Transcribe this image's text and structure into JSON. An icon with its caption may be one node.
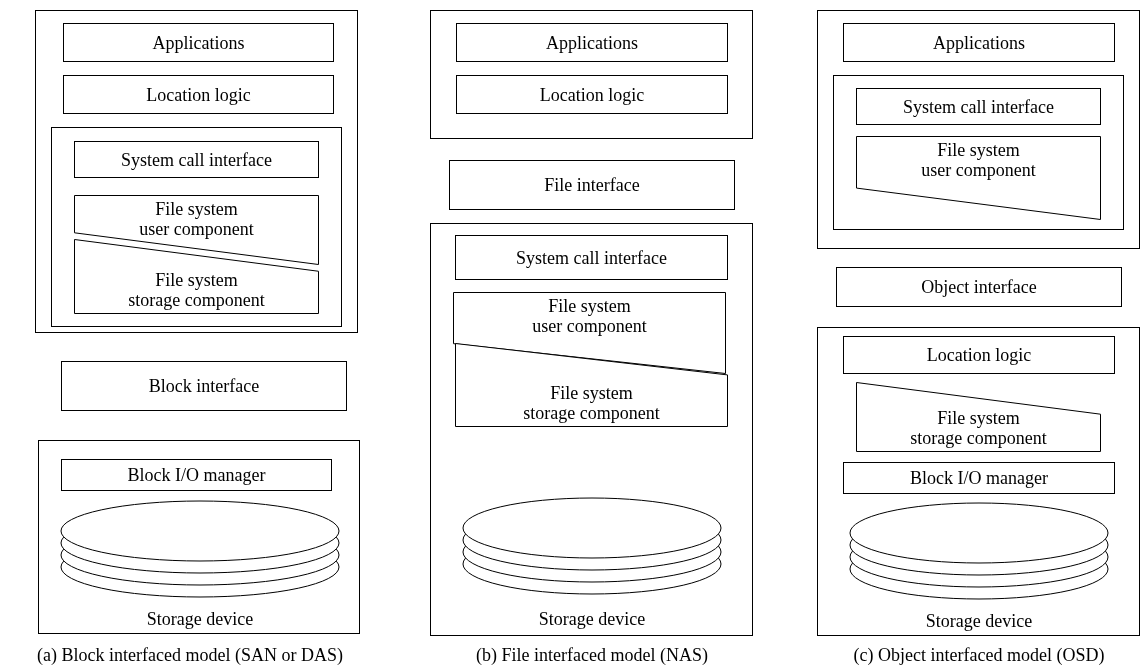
{
  "diagram": {
    "nodes": [
      {
        "text": [],
        "shape": "box"
      },
      {
        "text": [
          "Applications"
        ],
        "in": 0
      },
      {
        "text": [
          "Location logic"
        ],
        "in": 0
      },
      {
        "text": [],
        "shape": "box",
        "in": 0
      },
      {
        "text": [
          "System call interface"
        ],
        "in": 3
      },
      {
        "text": [
          "File system user component"
        ],
        "in": 3
      },
      {
        "text": [
          "File system storage component"
        ],
        "in": 3
      },
      {
        "text": [
          "Block interface"
        ]
      },
      {
        "text": [],
        "shape": "box"
      },
      {
        "text": [
          "Block I/O manager"
        ],
        "in": 8
      },
      {
        "text": [
          "Storage device"
        ],
        "in": 8
      },
      {
        "text": [],
        "shape": "box"
      },
      {
        "text": [
          "Applications"
        ],
        "in": 11
      },
      {
        "text": [
          "Location logic"
        ],
        "in": 11
      },
      {
        "text": [
          "File interface"
        ]
      },
      {
        "text": [],
        "shape": "box"
      },
      {
        "text": [
          "System call interface"
        ],
        "in": 15
      },
      {
        "text": [
          "File system user component"
        ],
        "in": 15
      },
      {
        "text": [
          "File system storage component"
        ],
        "in": 15
      },
      {
        "text": [
          "Storage device"
        ],
        "in": 15
      },
      {
        "text": [],
        "shape": "box"
      },
      {
        "text": [
          "Applications"
        ],
        "in": 20
      },
      {
        "text": [],
        "shape": "box",
        "in": 20
      },
      {
        "text": [
          "System call interface"
        ],
        "in": 22
      },
      {
        "text": [
          "File system user component"
        ],
        "in": 22
      },
      {
        "text": [
          "Object interface"
        ]
      },
      {
        "text": [],
        "shape": "box"
      },
      {
        "text": [
          "Location logic"
        ],
        "in": 26
      },
      {
        "text": [
          "File system storage component"
        ],
        "in": 26
      },
      {
        "text": [
          "Block I/O manager"
        ],
        "in": 26
      },
      {
        "text": [
          "Storage device"
        ],
        "in": 26
      }
    ],
    "labels": [
      "(a) Block interfaced model (SAN or DAS)",
      "(b) File interfaced model (NAS)",
      "(c) Object interfaced model (OSD)"
    ]
  }
}
